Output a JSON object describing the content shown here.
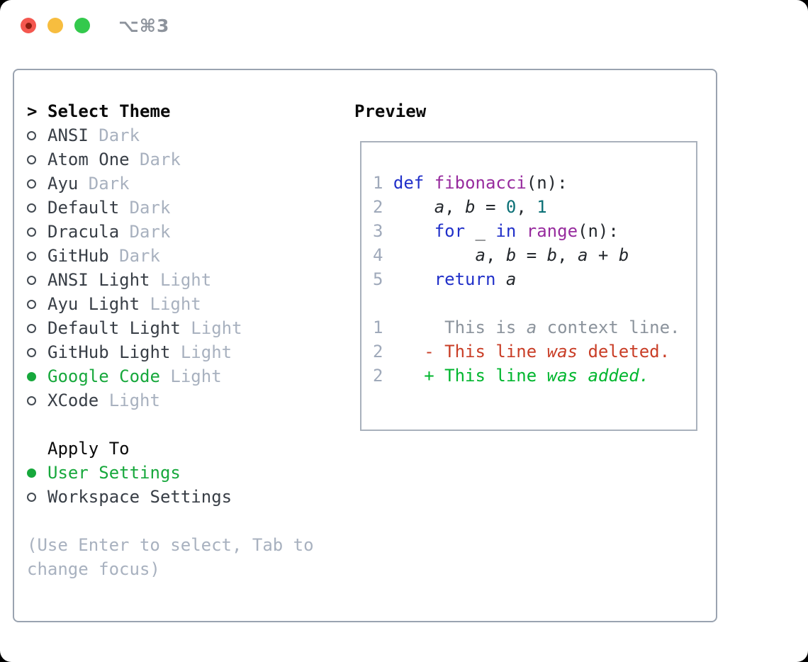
{
  "window": {
    "shortcut_label": "⌥⌘3"
  },
  "theme_selector": {
    "header_prefix": ">",
    "header": "Select Theme",
    "items": [
      {
        "name": "ANSI",
        "tag": "Dark",
        "selected": false
      },
      {
        "name": "Atom One",
        "tag": "Dark",
        "selected": false
      },
      {
        "name": "Ayu",
        "tag": "Dark",
        "selected": false
      },
      {
        "name": "Default",
        "tag": "Dark",
        "selected": false
      },
      {
        "name": "Dracula",
        "tag": "Dark",
        "selected": false
      },
      {
        "name": "GitHub",
        "tag": "Dark",
        "selected": false
      },
      {
        "name": "ANSI Light",
        "tag": "Light",
        "selected": false
      },
      {
        "name": "Ayu Light",
        "tag": "Light",
        "selected": false
      },
      {
        "name": "Default Light",
        "tag": "Light",
        "selected": false
      },
      {
        "name": "GitHub Light",
        "tag": "Light",
        "selected": false
      },
      {
        "name": "Google Code",
        "tag": "Light",
        "selected": true
      },
      {
        "name": "XCode",
        "tag": "Light",
        "selected": false
      }
    ]
  },
  "apply_to": {
    "header": "Apply To",
    "options": [
      {
        "name": "User Settings",
        "selected": true
      },
      {
        "name": "Workspace Settings",
        "selected": false
      }
    ]
  },
  "help": {
    "line1": "(Use Enter to select, Tab to",
    "line2": "change focus)"
  },
  "preview": {
    "header": "Preview",
    "lines": [
      {
        "num": "1",
        "segments": [
          {
            "text": " "
          },
          {
            "text": "def",
            "style": "keyword"
          },
          {
            "text": " "
          },
          {
            "text": "fibonacci",
            "style": "function"
          },
          {
            "text": "(n):"
          }
        ]
      },
      {
        "num": "2",
        "segments": [
          {
            "text": "     "
          },
          {
            "text": "a",
            "style": "variable"
          },
          {
            "text": ", "
          },
          {
            "text": "b",
            "style": "variable"
          },
          {
            "text": " = "
          },
          {
            "text": "0",
            "style": "number"
          },
          {
            "text": ", "
          },
          {
            "text": "1",
            "style": "number"
          }
        ]
      },
      {
        "num": "3",
        "segments": [
          {
            "text": "     "
          },
          {
            "text": "for",
            "style": "keyword"
          },
          {
            "text": " _ "
          },
          {
            "text": "in",
            "style": "keyword"
          },
          {
            "text": " "
          },
          {
            "text": "range",
            "style": "function"
          },
          {
            "text": "(n):"
          }
        ]
      },
      {
        "num": "4",
        "segments": [
          {
            "text": "         "
          },
          {
            "text": "a",
            "style": "variable"
          },
          {
            "text": ", "
          },
          {
            "text": "b",
            "style": "variable"
          },
          {
            "text": " = "
          },
          {
            "text": "b",
            "style": "variable"
          },
          {
            "text": ", "
          },
          {
            "text": "a",
            "style": "variable"
          },
          {
            "text": " + "
          },
          {
            "text": "b",
            "style": "variable"
          }
        ]
      },
      {
        "num": "5",
        "segments": [
          {
            "text": "     "
          },
          {
            "text": "return",
            "style": "keyword"
          },
          {
            "text": " "
          },
          {
            "text": "a",
            "style": "variable"
          }
        ]
      },
      {
        "num": "",
        "segments": []
      },
      {
        "num": "1",
        "segments": [
          {
            "text": "      ",
            "style": "context"
          },
          {
            "text": "This is ",
            "style": "context"
          },
          {
            "text": "a",
            "style": "context-italic"
          },
          {
            "text": " context line.",
            "style": "context"
          }
        ]
      },
      {
        "num": "2",
        "segments": [
          {
            "text": "    ",
            "style": "deleted"
          },
          {
            "text": "- This line ",
            "style": "deleted"
          },
          {
            "text": "was",
            "style": "deleted-italic"
          },
          {
            "text": " deleted.",
            "style": "deleted"
          }
        ]
      },
      {
        "num": "2",
        "segments": [
          {
            "text": "    ",
            "style": "added"
          },
          {
            "text": "+ This line ",
            "style": "added"
          },
          {
            "text": "was",
            "style": "added-italic"
          },
          {
            "text": " ",
            "style": "added"
          },
          {
            "text": "added.",
            "style": "added-italic"
          }
        ]
      }
    ]
  },
  "colors": {
    "selection_green": "#17a83c",
    "keyword_blue": "#2130c9",
    "function_purple": "#972b9e",
    "number_teal": "#0b7076",
    "diff_added_green": "#00b62e",
    "diff_deleted_red": "#c93e27",
    "diff_context_gray": "#8b939c",
    "muted_gray": "#a8b1bf",
    "panel_border_gray": "#9aa3b0",
    "traffic_red": "#f4574f",
    "traffic_yellow": "#f7bd3f",
    "traffic_green": "#33c94c"
  }
}
